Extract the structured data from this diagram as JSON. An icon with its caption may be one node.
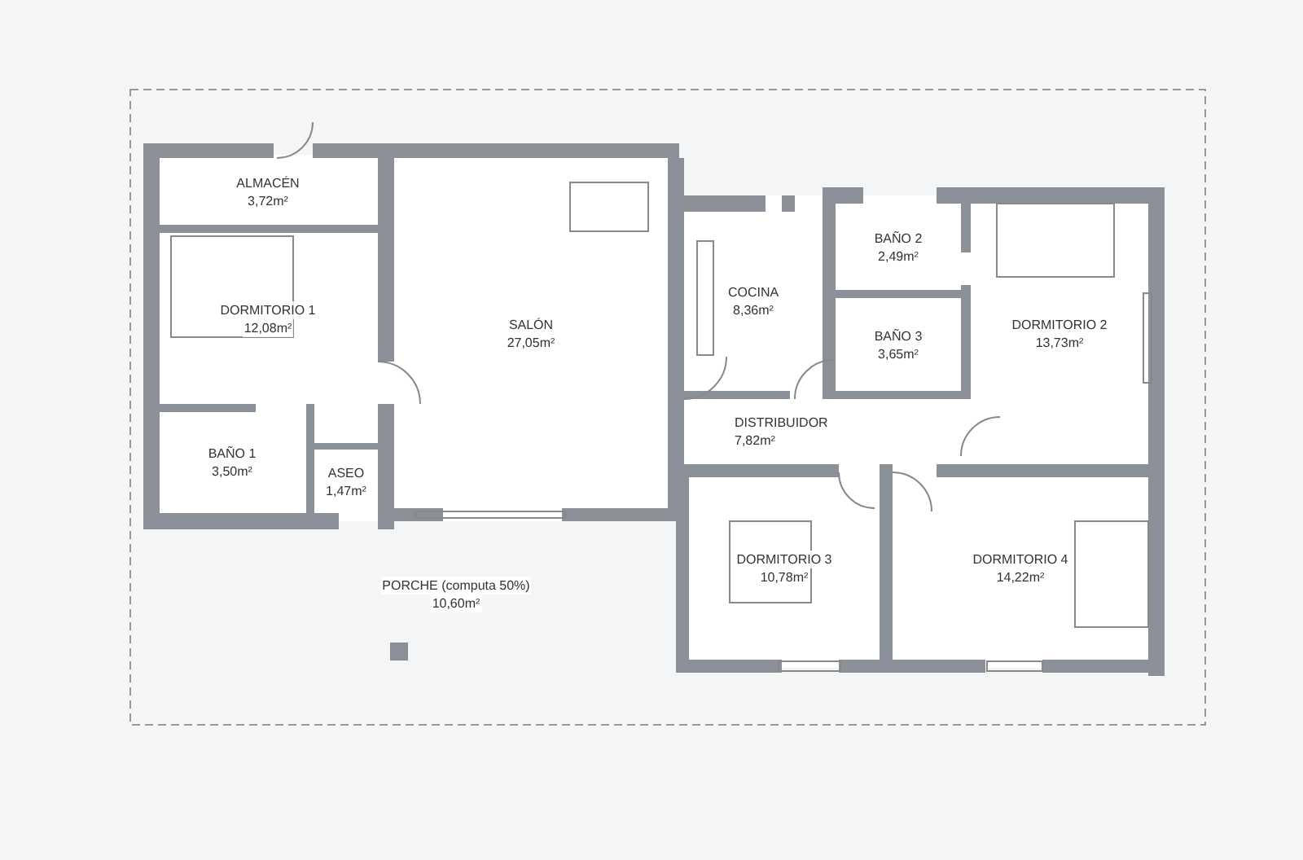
{
  "diagram": {
    "nodes": [
      {
        "text": [
          "ALMACÉN",
          "3,72m²"
        ]
      },
      {
        "text": [
          "DORMITORIO 1",
          "12,08m²"
        ]
      },
      {
        "text": [
          "SALÓN",
          "27,05m²"
        ]
      },
      {
        "text": [
          "COCINA",
          "8,36m²"
        ]
      },
      {
        "text": [
          "BAÑO 2",
          "2,49m²"
        ]
      },
      {
        "text": [
          "BAÑO 3",
          "3,65m²"
        ]
      },
      {
        "text": [
          "DORMITORIO 2",
          "13,73m²"
        ]
      },
      {
        "text": [
          "DISTRIBUIDOR",
          "7,82m²"
        ]
      },
      {
        "text": [
          "BAÑO 1",
          "3,50m²"
        ]
      },
      {
        "text": [
          "ASEO",
          "1,47m²"
        ]
      },
      {
        "text": [
          "PORCHE (computa 50%)",
          "10,60m²"
        ]
      },
      {
        "text": [
          "DORMITORIO 3",
          "10,78m²"
        ]
      },
      {
        "text": [
          "DORMITORIO 4",
          "14,22m²"
        ]
      }
    ]
  }
}
